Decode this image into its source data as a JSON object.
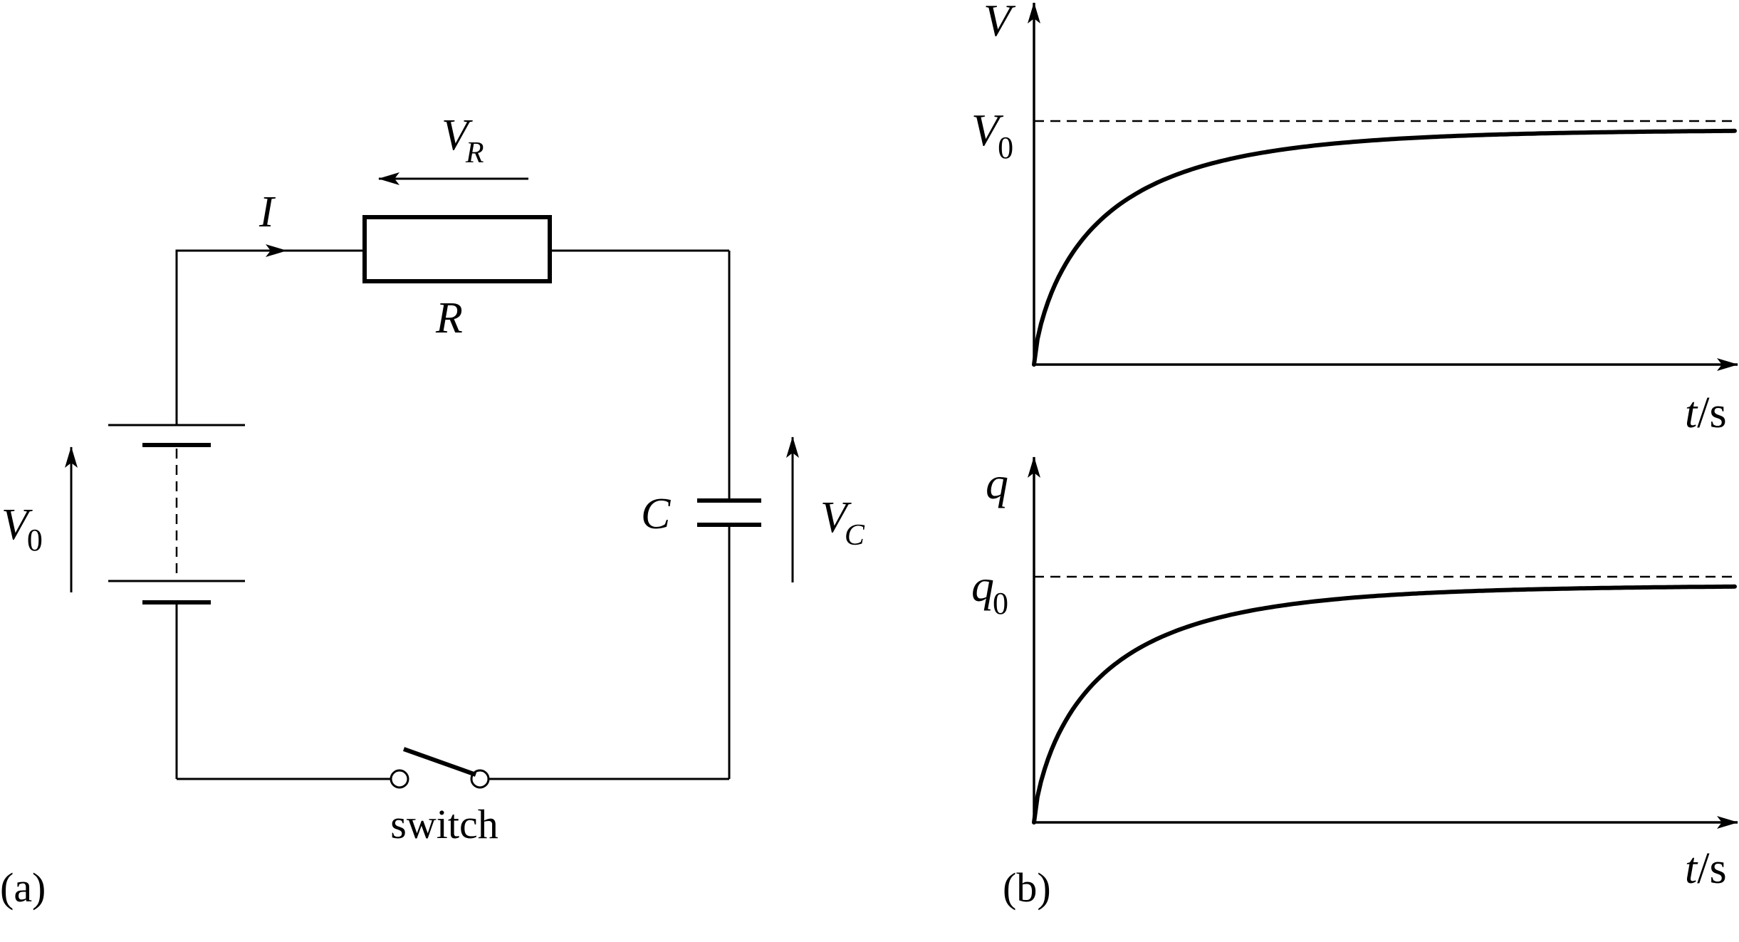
{
  "circuit": {
    "current_label": "I",
    "resistor_label": "R",
    "vr_main": "V",
    "vr_sub": "R",
    "v0_main": "V",
    "v0_sub": "0",
    "capacitor_label": "C",
    "vc_main": "V",
    "vc_sub": "C",
    "switch_label": "switch",
    "panel_label": "(a)"
  },
  "graphs": {
    "panel_label": "(b)",
    "top": {
      "y_axis_label": "V",
      "asymptote_main": "V",
      "asymptote_sub": "0",
      "x_axis_italic": "t",
      "x_axis_unit": "/s"
    },
    "bottom": {
      "y_axis_label": "q",
      "asymptote_main": "q",
      "asymptote_sub": "0",
      "x_axis_italic": "t",
      "x_axis_unit": "/s"
    }
  },
  "colors": {
    "ink": "#000000",
    "background": "#ffffff"
  }
}
